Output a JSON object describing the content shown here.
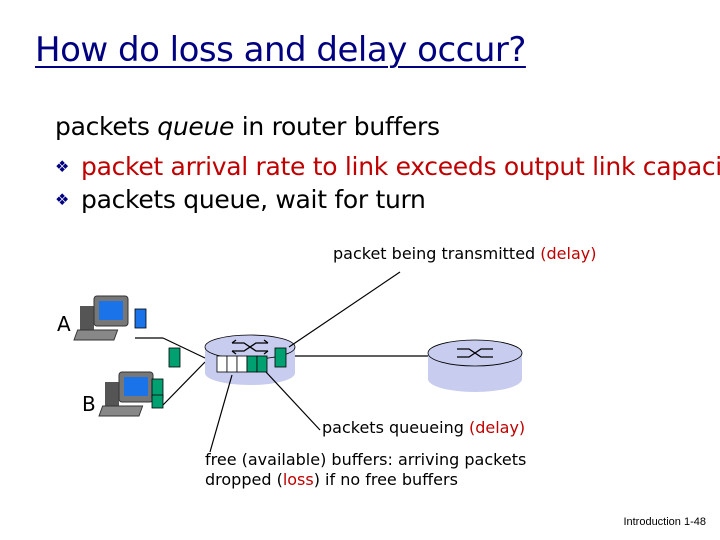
{
  "title": "How do loss and delay occur?",
  "heading": {
    "prefix": "packets ",
    "emph": "queue",
    "suffix": " in router buffers"
  },
  "bullets": [
    "packet arrival rate to link exceeds output link capacity",
    "packets queue, wait for turn"
  ],
  "bullet_icon": "diamond-bullet-icon",
  "labels": {
    "transmitted_prefix": "packet being transmitted ",
    "transmitted_red": "(delay)",
    "queueing_prefix": "packets queueing ",
    "queueing_red": "(delay)",
    "free_line1": "free (available) buffers: arriving packets",
    "free_line2_a": "dropped (",
    "free_line2_red": "loss",
    "free_line2_b": ") if no free buffers"
  },
  "nodes": {
    "a": "A",
    "b": "B"
  },
  "footer": "Introduction 1-48",
  "colors": {
    "title": "#000080",
    "accent": "#c00000",
    "packet": "#00a070",
    "router": "#c8ccef"
  }
}
